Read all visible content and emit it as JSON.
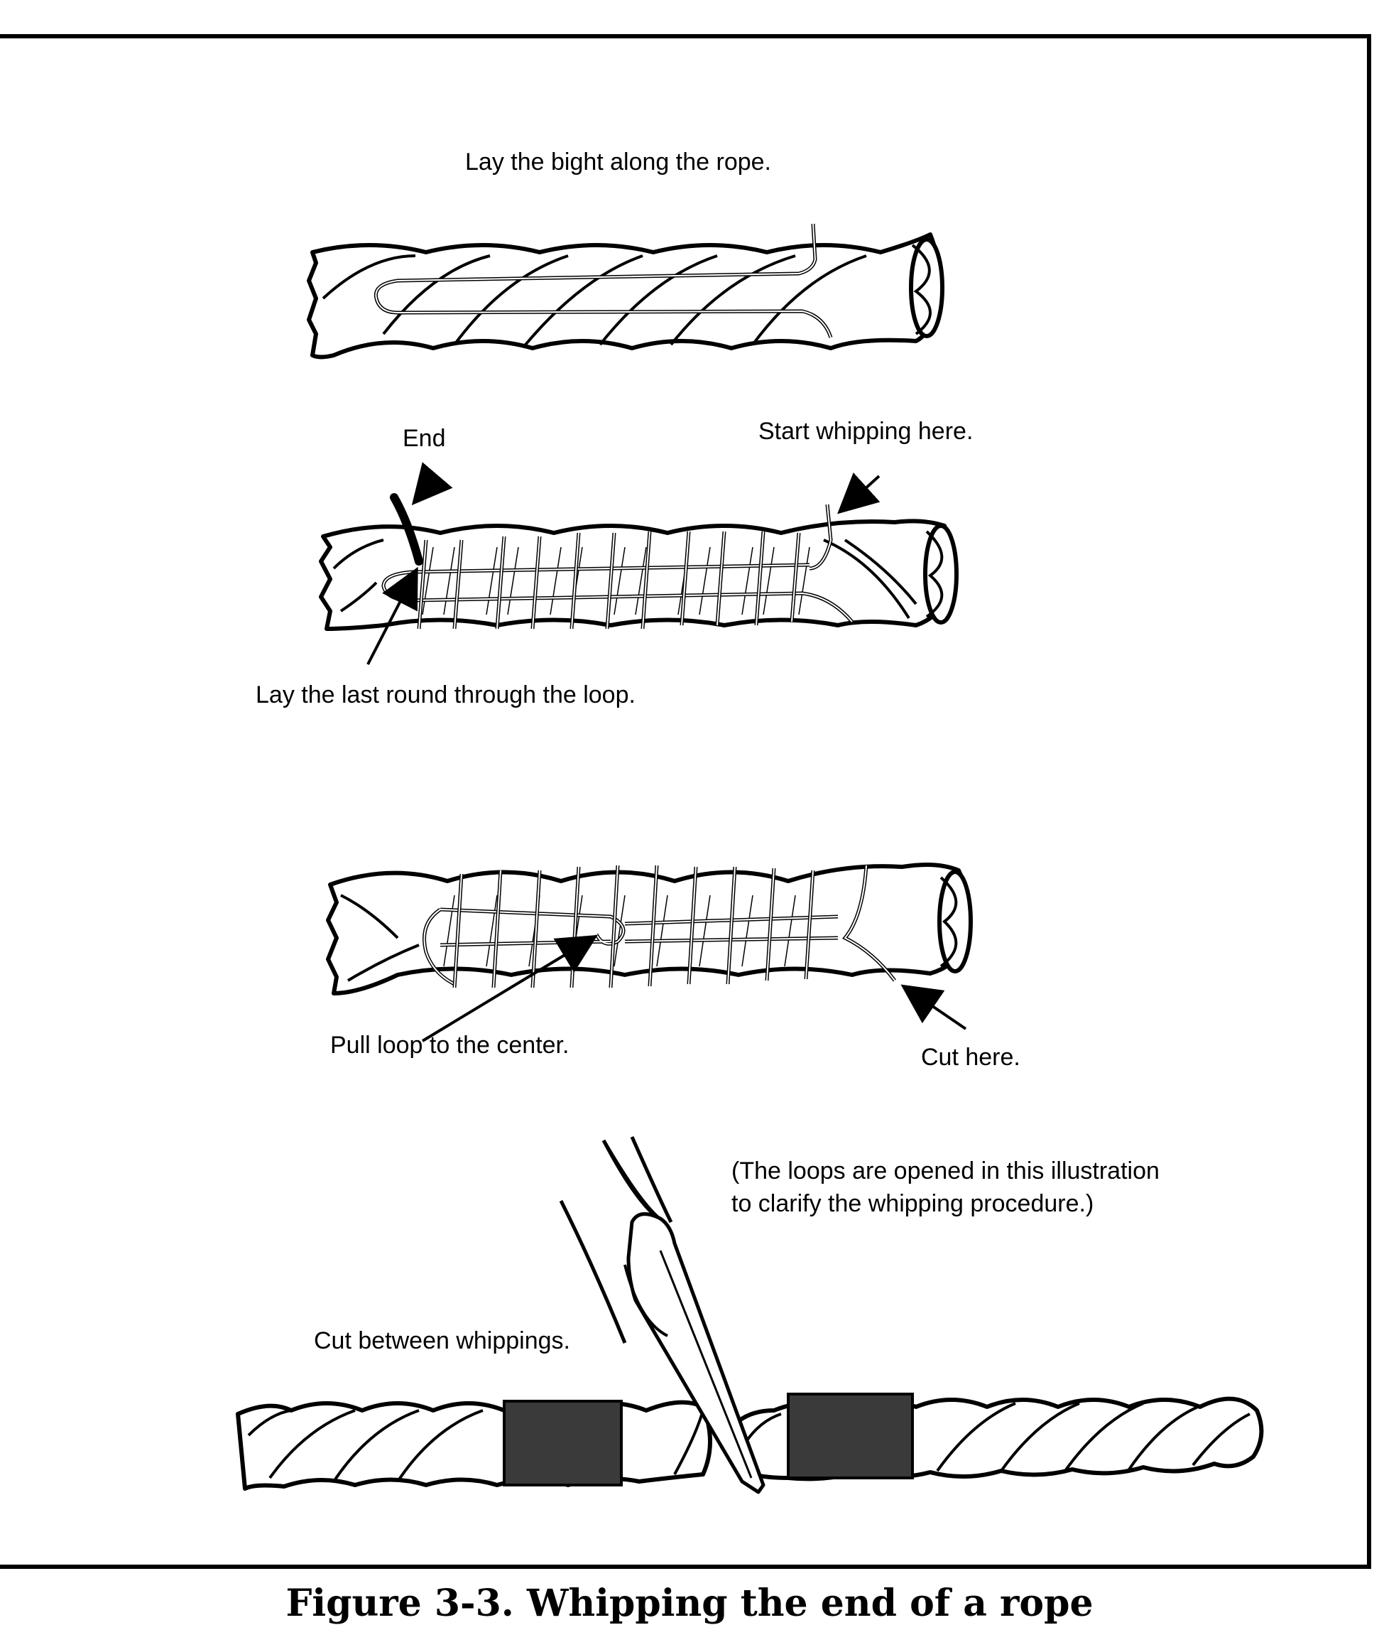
{
  "labels": {
    "step1": "Lay the bight along the rope.",
    "end": "End",
    "start_whipping": "Start whipping here.",
    "last_round": "Lay the last round through the loop.",
    "pull_loop": "Pull loop to the center.",
    "cut_here": "Cut here.",
    "note_line1": "(The loops are opened in this illustration",
    "note_line2": "to clarify the whipping procedure.)",
    "cut_between": "Cut between whippings."
  },
  "caption": "Figure 3-3. Whipping the end of a rope"
}
